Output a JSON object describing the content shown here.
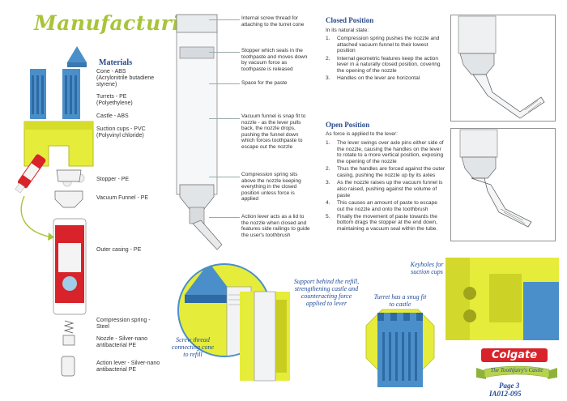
{
  "title": "Manufacturing",
  "materials": {
    "heading": "Materials",
    "items": [
      {
        "name": "Cone - ABS",
        "sub": "(Acrylonitrile butadiene styrene)"
      },
      {
        "name": "Turrets - PE",
        "sub": "(Polyethylene)"
      },
      {
        "name": "Castle - ABS",
        "sub": ""
      },
      {
        "name": "Suction cups - PVC",
        "sub": "(Polyvinyl chloride)"
      }
    ]
  },
  "parts": {
    "stopper": "Stopper - PE",
    "funnel": "Vacuum Funnel - PE",
    "casing": "Outer casing - PE",
    "spring": "Compression spring - Steel",
    "nozzle": "Nozzle - Silver-nano antibacterial PE",
    "lever": "Action lever - Silver-nano antibacterial PE"
  },
  "annotations": {
    "thread": "Internal screw thread for attaching to the turret cone",
    "stopper": "Stopper which seals in the toothpaste and moves down by vacuum force as toothpaste is released",
    "space": "Space for the paste",
    "funnel": "Vacuum funnel is snap fit to nozzle - as the lever pulls back, the nozzle drops, pushing the funnel down which forces toothpaste to escape out the nozzle",
    "spring": "Compression spring sits above the nozzle keeping everything in the closed position unless force is applied",
    "lever": "Action lever acts as a lid to the nozzle when closed and features side railings to guide the user's toothbrush"
  },
  "closed": {
    "heading": "Closed Position",
    "intro": "In its natural state:",
    "steps": [
      {
        "n": "1.",
        "text": "Compression spring pushes the nozzle and attached vacuum funnel to their lowest position"
      },
      {
        "n": "2.",
        "text": "Internal geometric features keep the action lever in a naturally closed position, covering the opening of the nozzle"
      },
      {
        "n": "3.",
        "text": "Handles on the lever are horizontal"
      }
    ]
  },
  "open": {
    "heading": "Open Position",
    "intro": "As force is applied to the lever:",
    "steps": [
      {
        "n": "1.",
        "text": "The lever swings over axle pins either side of the nozzle, causing the handles on the lever to rotate to a more vertical position, exposing the opening of the nozzle"
      },
      {
        "n": "2.",
        "text": "Thus the handles are forced against the outer casing, pushing the nozzle up by its axles"
      },
      {
        "n": "3.",
        "text": "As the nozzle raises up the vacuum funnel is also raised, pushing against the volume of paste"
      },
      {
        "n": "4.",
        "text": "This causes an amount of paste to escape out the nozzle and onto the toothbrush"
      },
      {
        "n": "5.",
        "text": "Finally the movement of paste towards the bottom drags the stopper at the end down, maintaining a vacuum seal within the tube."
      }
    ]
  },
  "callouts": {
    "screw": "Screw thread connecting cone to refill",
    "support": "Support behind the refill, strengthening castle and counteracting force applied to lever",
    "turret": "Turret has a snug fit to castle",
    "keyholes": "Keyholes for suction cups"
  },
  "brand": {
    "logo": "Colgate",
    "banner": "The Toothfairy's Castle",
    "page": "Page 3",
    "code": "IA012-095"
  },
  "colors": {
    "title_green": "#a8c43a",
    "castle_yellow": "#e6ec3a",
    "turret_blue": "#4a8fc9",
    "heading_blue": "#2a4a8a",
    "colgate_red": "#d8232a"
  }
}
